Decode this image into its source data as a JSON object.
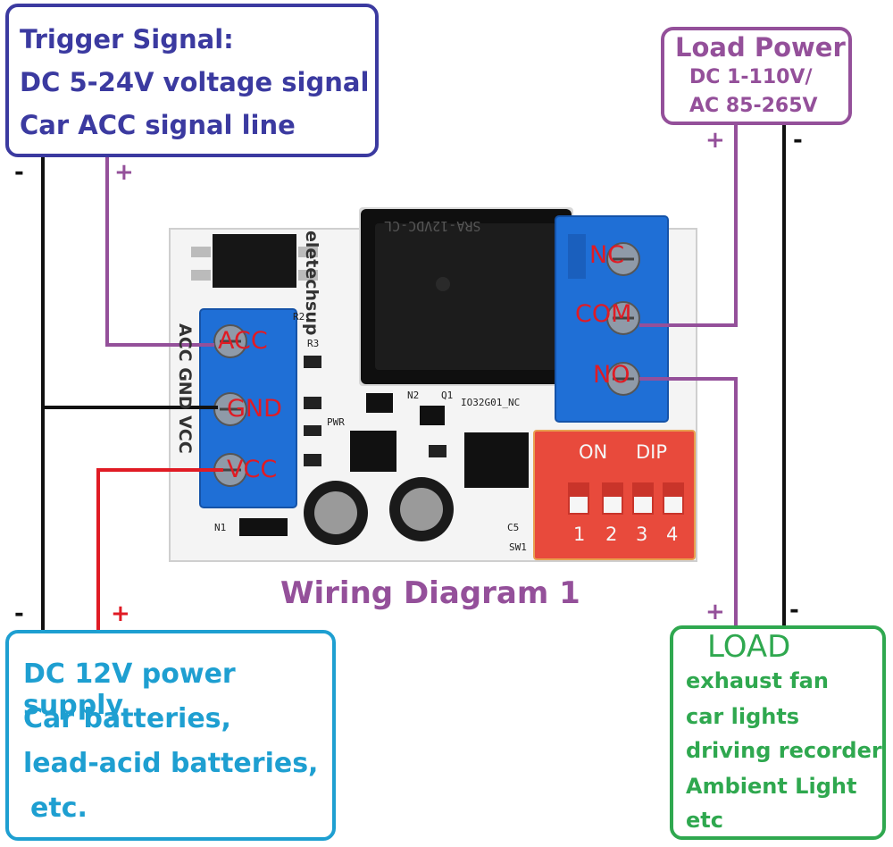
{
  "trigger": {
    "title": "Trigger Signal:",
    "line1": "DC 5-24V voltage signal",
    "line2": "Car ACC signal line"
  },
  "load_power": {
    "title": "Load Power",
    "line1": "DC 1-110V/",
    "line2": "AC 85-265V"
  },
  "power_supply": {
    "line1": "DC 12V power supply",
    "line2": "Car batteries,",
    "line3": "lead-acid batteries,",
    "line4": "etc."
  },
  "load": {
    "title": "LOAD",
    "items": [
      "exhaust fan",
      "car lights",
      "driving recorder",
      "Ambient Light",
      "etc"
    ]
  },
  "caption": "Wiring Diagram 1",
  "signs": {
    "plus": "+",
    "minus": "-"
  },
  "input_terminals": [
    "ACC",
    "GND",
    "VCC"
  ],
  "output_terminals": [
    "NC",
    "COM",
    "NO"
  ],
  "board": {
    "brand": "eletechsup",
    "model": "IO32G01_NC",
    "silk_vertical": "ACC GND VCC",
    "relay_text": "SRA-12VDC-CL",
    "dip_on": "ON",
    "dip_label": "DIP",
    "dip_numbers": [
      "1",
      "2",
      "3",
      "4"
    ],
    "labels": [
      "R2",
      "R3",
      "N2",
      "Q1",
      "N1",
      "C5",
      "SW1",
      "PWR"
    ]
  },
  "colors": {
    "trigger": "#3b3aa0",
    "power": "#94509a",
    "supply": "#1e9fd1",
    "load": "#2fa84f",
    "wire_red": "#e01b24",
    "wire_black": "#111111",
    "terminal_blue": "#1f6fd6",
    "dip_red": "#e84a3c"
  }
}
